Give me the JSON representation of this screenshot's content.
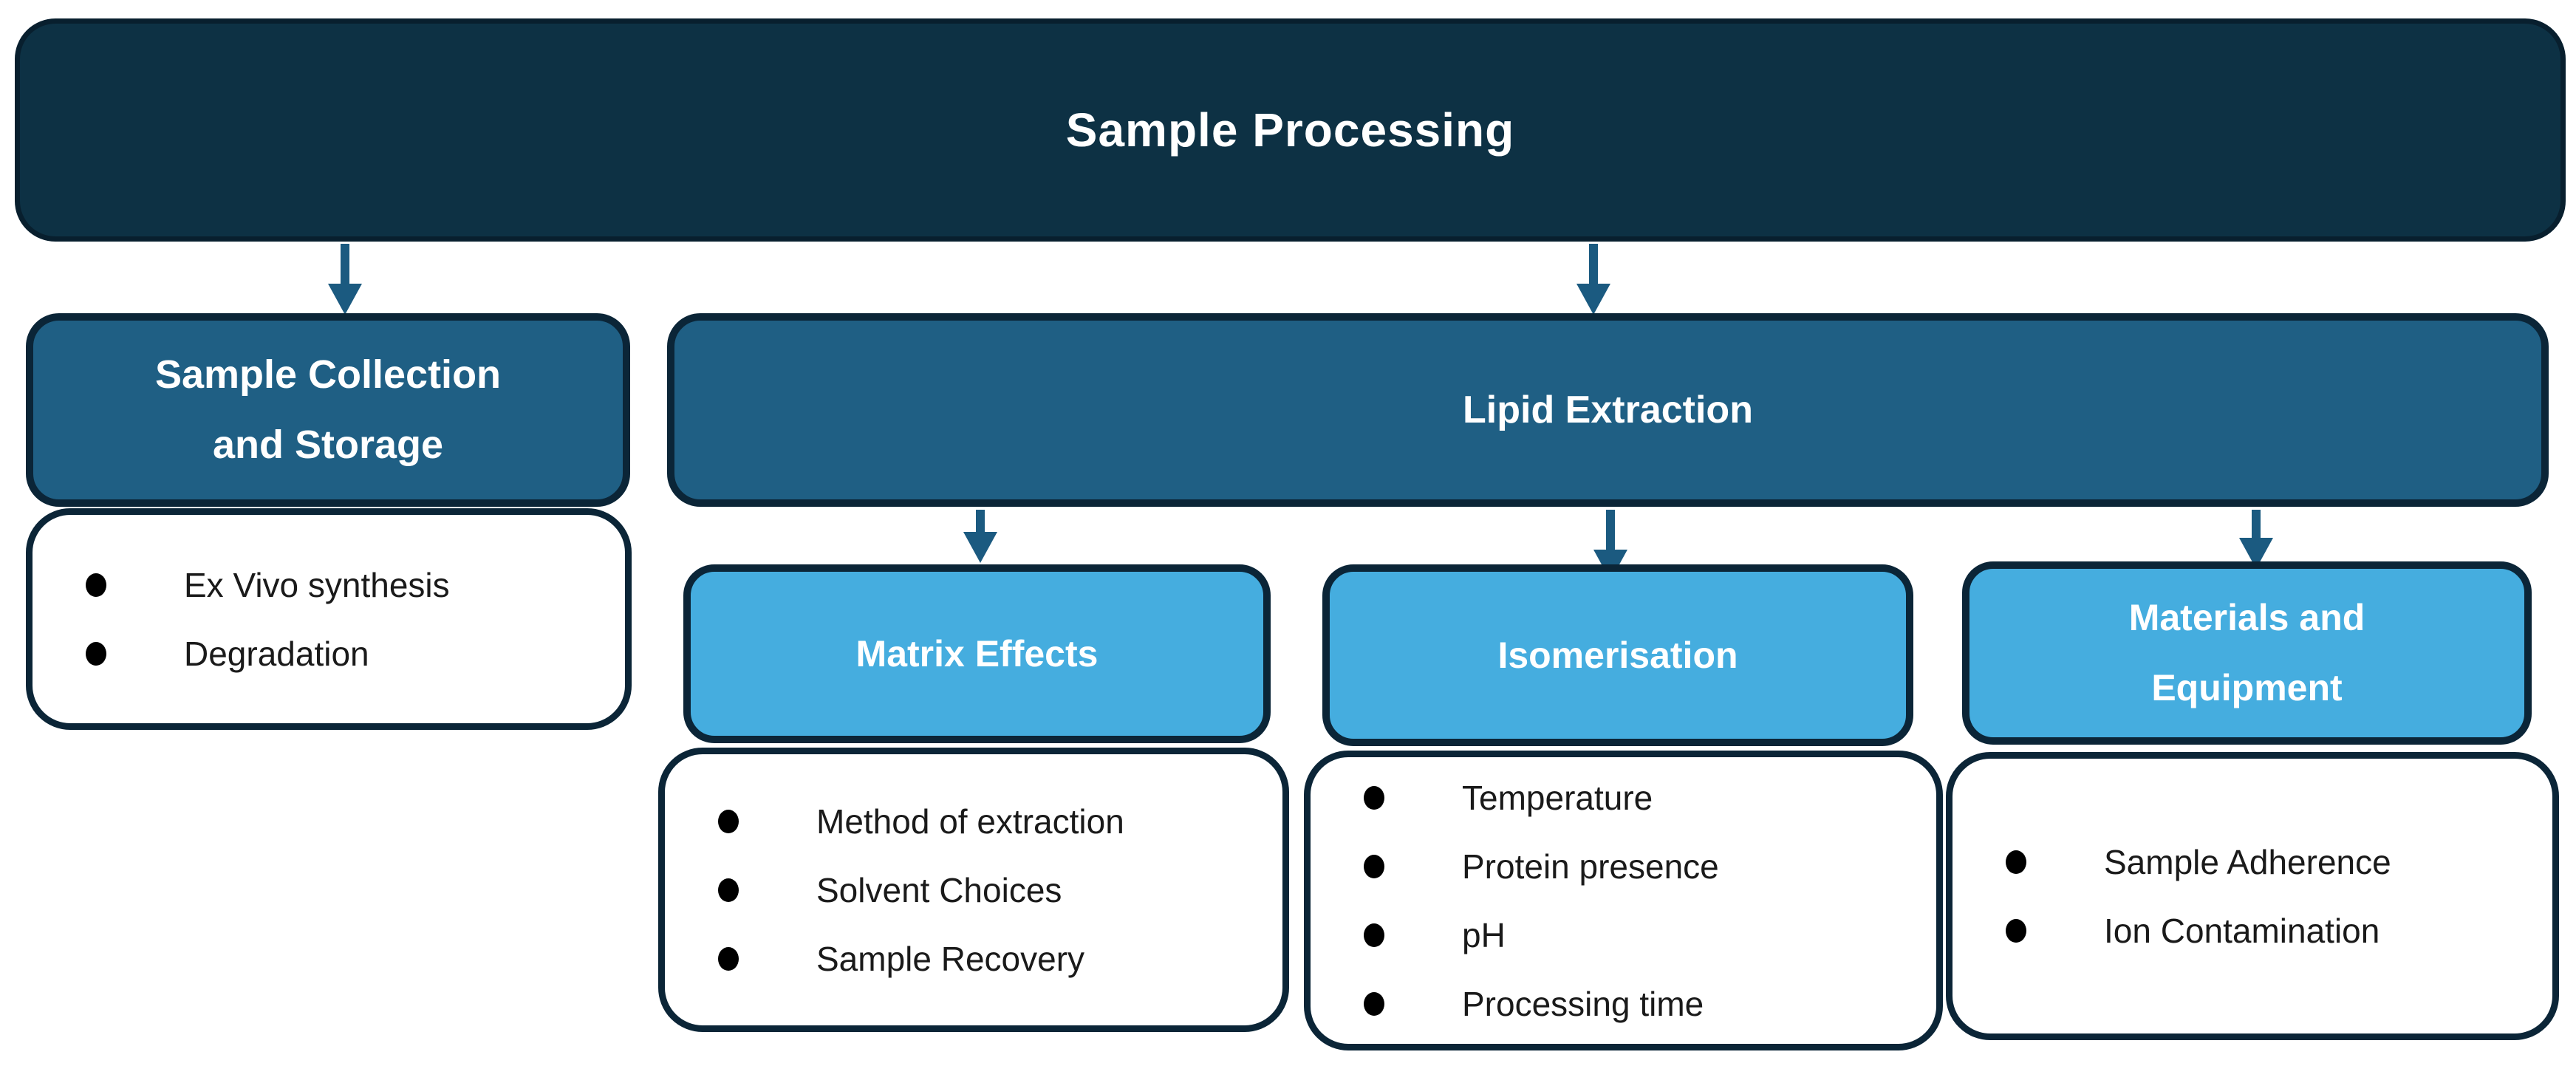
{
  "diagram": {
    "root": {
      "label": "Sample Processing"
    },
    "level2": [
      {
        "id": "sample-collection-and-storage",
        "label": "Sample Collection and Storage",
        "label_lines": [
          "Sample Collection",
          "and Storage"
        ],
        "bullets": [
          "Ex Vivo synthesis",
          "Degradation"
        ]
      },
      {
        "id": "lipid-extraction",
        "label": "Lipid Extraction"
      }
    ],
    "level3": [
      {
        "id": "matrix-effects",
        "label": "Matrix Effects",
        "bullets": [
          "Method of extraction",
          "Solvent Choices",
          "Sample Recovery"
        ]
      },
      {
        "id": "isomerisation",
        "label": "Isomerisation",
        "bullets": [
          "Temperature",
          "Protein presence",
          "pH",
          "Processing time"
        ]
      },
      {
        "id": "materials-and-equipment",
        "label": "Materials and Equipment",
        "label_lines": [
          "Materials and",
          "Equipment"
        ],
        "bullets": [
          "Sample Adherence",
          "Ion Contamination"
        ]
      }
    ],
    "colors": {
      "root_fill": "#0d3144",
      "level2_fill": "#1f5f84",
      "level3_fill": "#45addf",
      "outline": "#0b2537",
      "arrow": "#1b5a80",
      "node_text": "#ffffff",
      "bullet_text": "#1a1a1a",
      "list_fill": "#ffffff"
    }
  }
}
